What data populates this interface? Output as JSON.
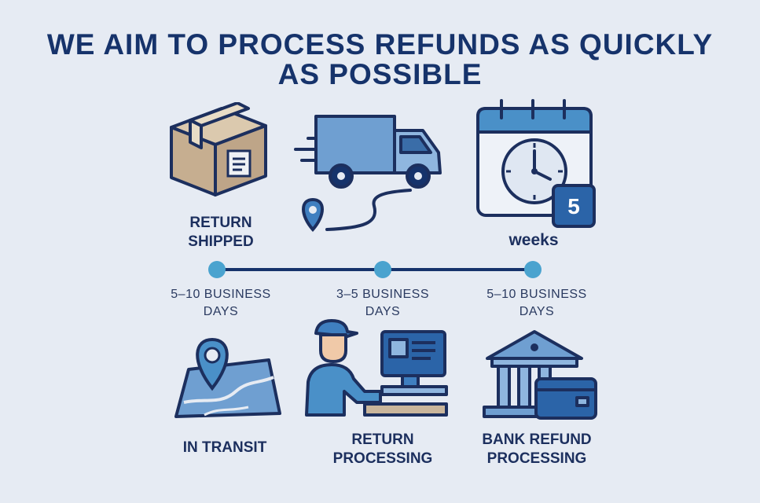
{
  "title": {
    "line1": "WE AIM TO PROCESS REFUNDS AS QUICKLY",
    "line2": "AS POSSIBLE"
  },
  "top_steps": [
    {
      "label_lines": [
        "RETURN",
        "SHIPPED"
      ],
      "icon": "box-icon"
    },
    {
      "label_lines": [],
      "icon": "delivery-truck-icon"
    },
    {
      "label_lines": [
        "weeks"
      ],
      "icon": "calendar-clock-icon",
      "badge": "5"
    }
  ],
  "durations": [
    {
      "lines": [
        "5–10 BUSINESS",
        "DAYS"
      ]
    },
    {
      "lines": [
        "3–5 BUSINESS",
        "DAYS"
      ]
    },
    {
      "lines": [
        "5–10 BUSINESS",
        "DAYS"
      ]
    }
  ],
  "bottom_steps": [
    {
      "label_lines": [
        "IN TRANSIT"
      ],
      "icon": "map-pin-icon"
    },
    {
      "label_lines": [
        "RETURN",
        "PROCESSING"
      ],
      "icon": "worker-computer-icon"
    },
    {
      "label_lines": [
        "BANK REFUND",
        "PROCESSING"
      ],
      "icon": "bank-card-icon"
    }
  ],
  "colors": {
    "navy": "#16336b",
    "blue": "#3f7fc0",
    "light_blue": "#8fb6df",
    "dot": "#4aa3cf",
    "box": "#c9b59b",
    "background": "#e6ebf3"
  }
}
